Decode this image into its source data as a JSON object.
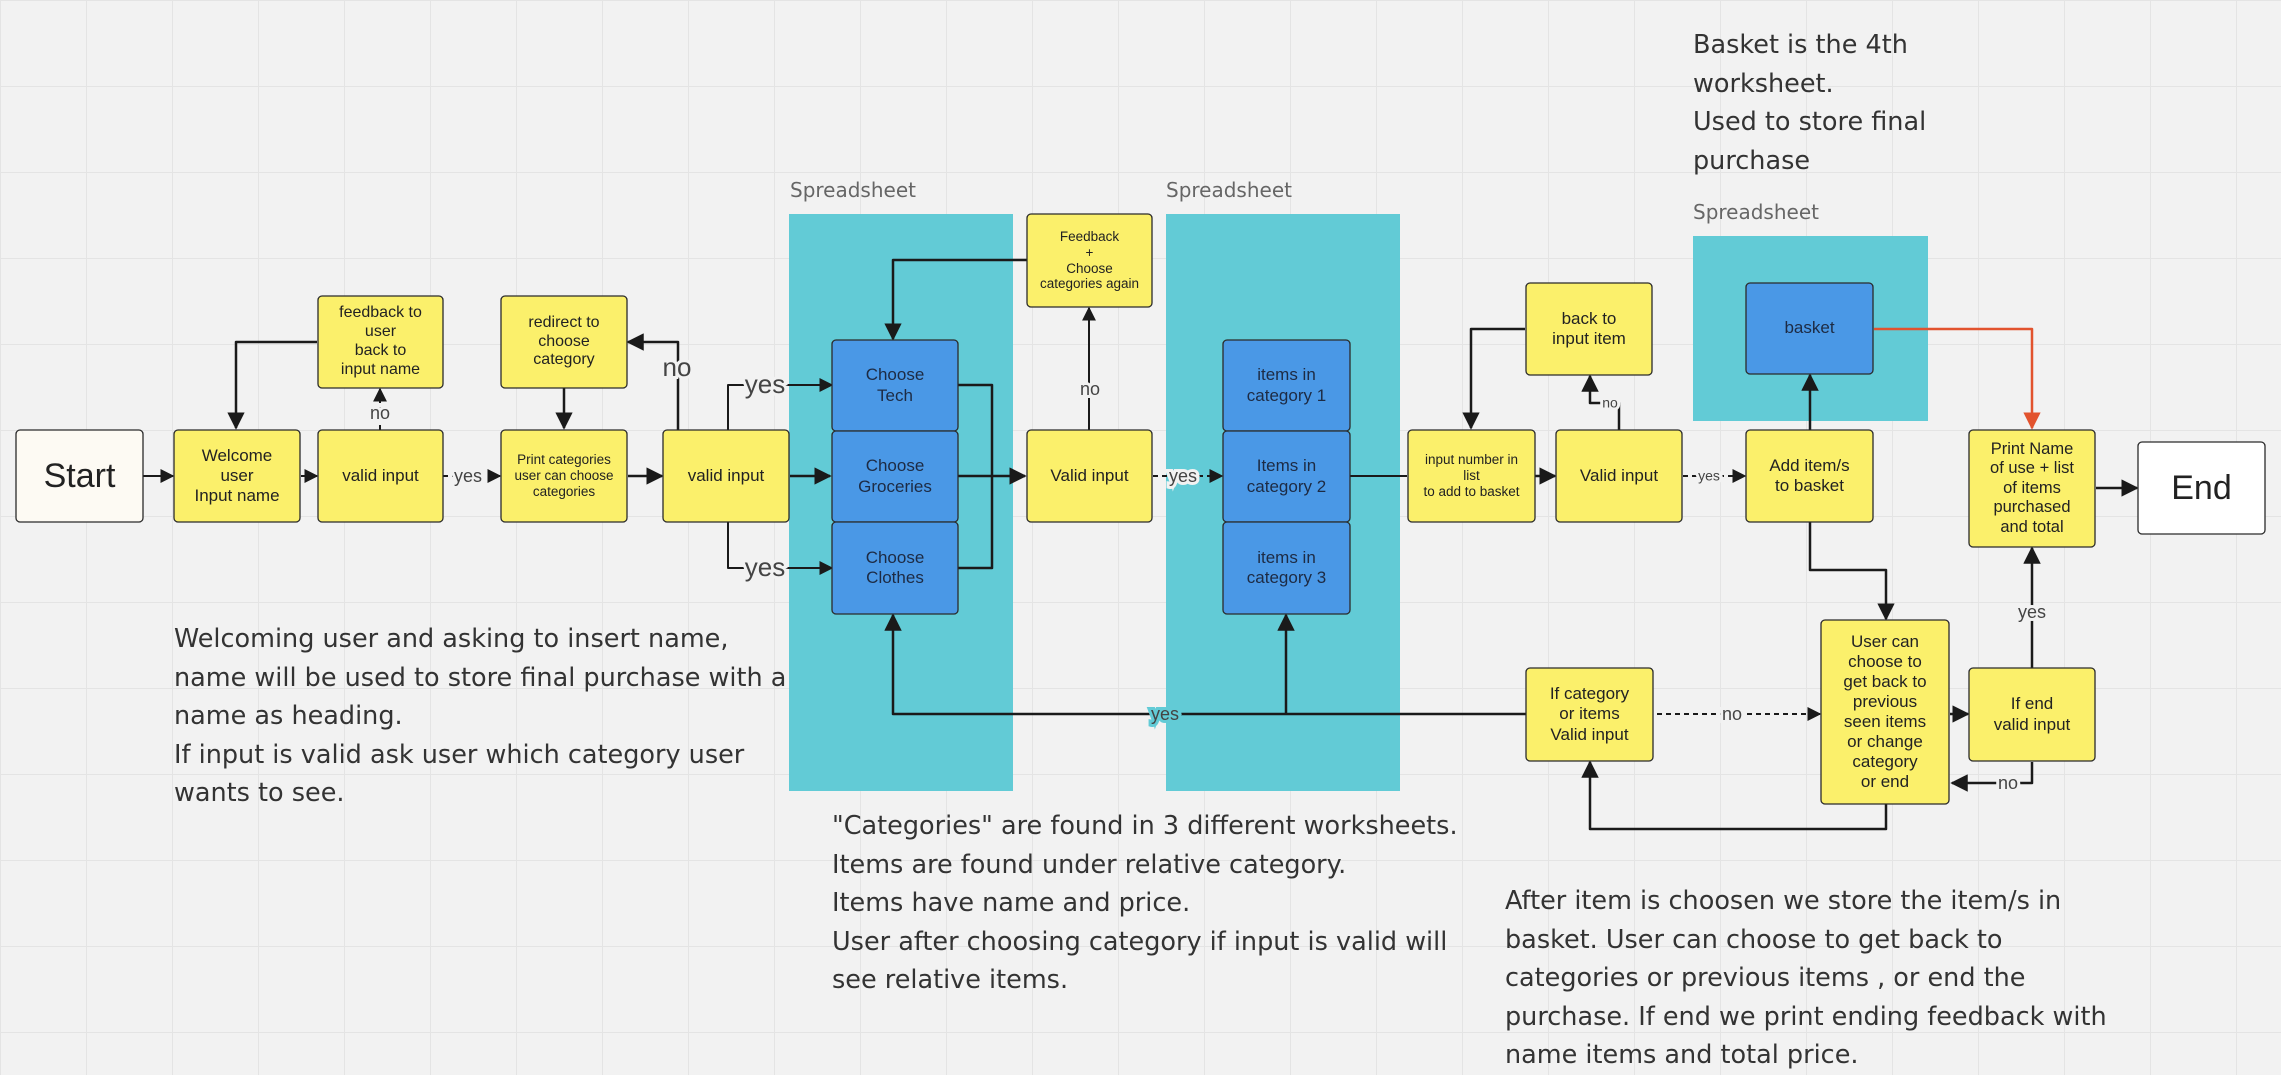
{
  "colors": {
    "yellow": "#fbf06b",
    "blue": "#4a98e6",
    "teal": "#62cbd6",
    "white": "#ffffff",
    "start": "#fdfaf3",
    "line": "#1a1a1a",
    "red": "#e2532e"
  },
  "sheet_label": "Spreadsheet",
  "nodes": {
    "start": "Start",
    "welcome": "Welcome\nuser\nInput name",
    "feedback_name": "feedback to\nuser\nback to\ninput name",
    "valid1": "valid input",
    "print_categories": "Print categories\nuser can choose\ncategories",
    "redirect": "redirect to\nchoose\ncategory",
    "valid2": "valid input",
    "choose_tech": "Choose\nTech",
    "choose_groceries": "Choose\nGroceries",
    "choose_clothes": "Choose\nClothes",
    "feedback_categories": "Feedback\n+\nChoose\ncategories again",
    "valid3": "Valid input",
    "cat1": "items in\ncategory 1",
    "cat2": "Items in\ncategory 2",
    "cat3": "items in\ncategory 3",
    "input_number": "input number in\nlist\nto add to basket",
    "back_item": "back to\ninput item",
    "valid4": "Valid input",
    "basket": "basket",
    "add_items": "Add item/s\nto basket",
    "user_choose": "User can\nchoose to\nget back to\nprevious\nseen items\nor change\ncategory\nor end",
    "if_category": "If category\nor items\nValid input",
    "if_end": "If end\nvalid input",
    "print_name": "Print Name\nof use + list\nof items\npurchased\nand total",
    "end": "End"
  },
  "edge_labels": {
    "no1": "no",
    "yes1": "yes",
    "no2": "no",
    "yes_tech": "yes",
    "yes_clothes": "yes",
    "no3": "no",
    "yes3": "yes",
    "no4": "no",
    "yes4": "yes",
    "yes_back": "yes",
    "no5": "no",
    "yes_end": "yes",
    "no_end": "no"
  },
  "notes": {
    "welcome": "Welcoming user and asking to insert name,\nname will be used to store final purchase with a\nname as heading.\nIf input is valid ask user which category user\nwants to see.",
    "categories": "\"Categories\" are found in 3 different worksheets.\nItems are found under relative category.\nItems have name and price.\nUser after choosing category if input is valid will\nsee relative items.",
    "basket_sheet": "Basket is the 4th\nworksheet.\nUsed to store final\npurchase",
    "after_item": "After item is choosen we store the item/s in\nbasket. User can choose to get back to\ncategories or previous items , or end the\npurchase. If end we print ending feedback with\nname items and total price."
  }
}
